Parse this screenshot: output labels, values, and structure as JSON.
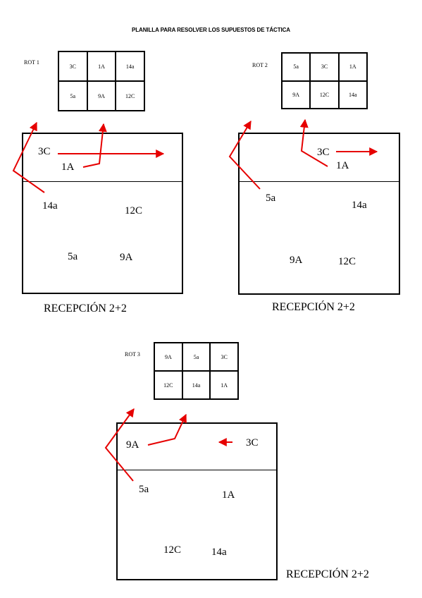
{
  "title": "PLANILLA PARA RESOLVER LOS SUPUESTOS DE TÁCTICA",
  "arrow_color": "#e60000",
  "rotations": [
    {
      "label": "ROT 1",
      "grid": [
        [
          "3C",
          "1A",
          "14a"
        ],
        [
          "5a",
          "9A",
          "12C"
        ]
      ],
      "players": [
        "3C",
        "1A",
        "14a",
        "12C",
        "5a",
        "9A"
      ],
      "caption": "RECEPCIÓN 2+2"
    },
    {
      "label": "ROT 2",
      "grid": [
        [
          "5a",
          "3C",
          "1A"
        ],
        [
          "9A",
          "12C",
          "14a"
        ]
      ],
      "players": [
        "3C",
        "1A",
        "5a",
        "14a",
        "9A",
        "12C"
      ],
      "caption": "RECEPCIÓN 2+2"
    },
    {
      "label": "ROT 3",
      "grid": [
        [
          "9A",
          "5a",
          "3C"
        ],
        [
          "12C",
          "14a",
          "1A"
        ]
      ],
      "players": [
        "9A",
        "3C",
        "5a",
        "1A",
        "12C",
        "14a"
      ],
      "caption": "RECEPCIÓN 2+2"
    }
  ]
}
